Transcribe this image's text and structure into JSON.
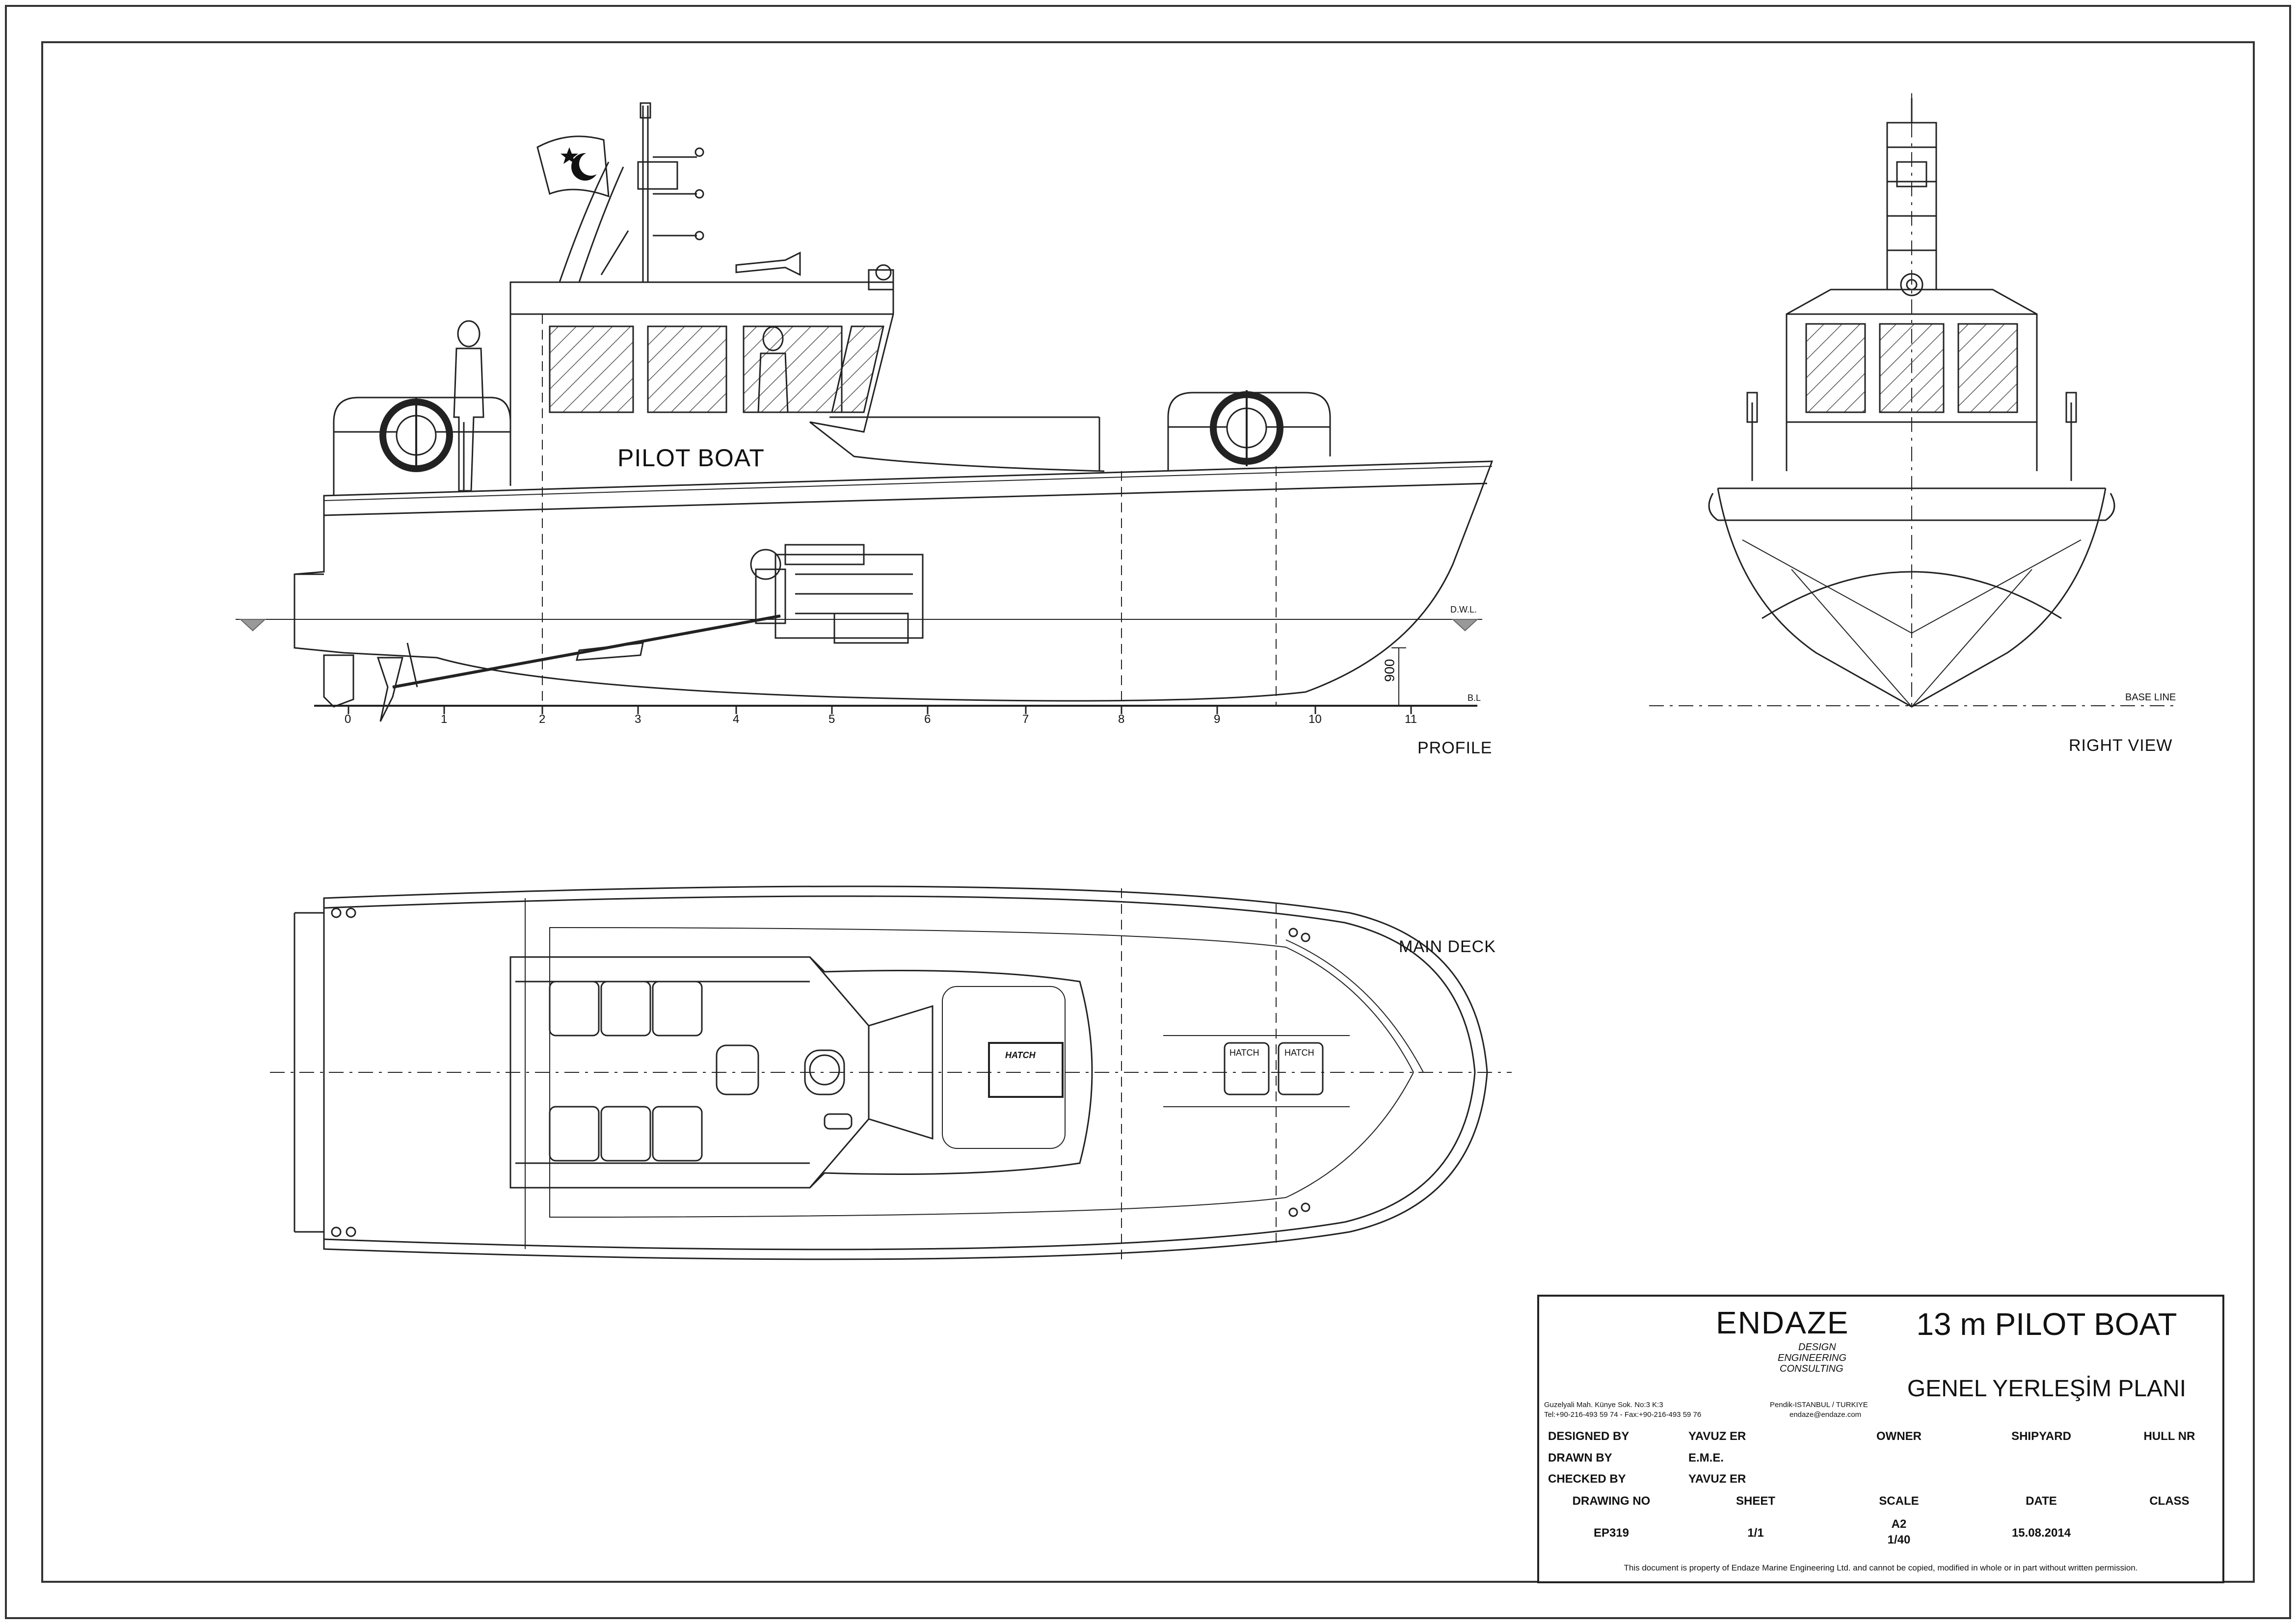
{
  "views": {
    "profile_title": "PROFILE",
    "right_title": "RIGHT VIEW",
    "deck_title": "MAIN DECK",
    "boat_name": "PILOT BOAT",
    "dwl": "D.W.L.",
    "bl": "B.L",
    "base_line": "BASE LINE",
    "draft_dim": "900",
    "frames": [
      "0",
      "1",
      "2",
      "3",
      "4",
      "5",
      "6",
      "7",
      "8",
      "9",
      "10",
      "11"
    ],
    "hatch_main": "HATCH",
    "hatch_fore_1": "HATCH",
    "hatch_fore_2": "HATCH"
  },
  "title_block": {
    "company": "ENDAZE",
    "tagline": [
      "DESIGN",
      "ENGINEERING",
      "CONSULTING"
    ],
    "address_left_1": "Guzelyali Mah. Künye Sok. No:3 K:3",
    "address_left_2": "Tel:+90-216-493 59 74 - Fax:+90-216-493 59 76",
    "address_right_1": "Pendik-ISTANBUL / TURKIYE",
    "address_right_2": "endaze@endaze.com",
    "project": "13 m PILOT BOAT",
    "drawing_title": "GENEL YERLEŞİM PLANI",
    "designed_by_label": "DESIGNED BY",
    "designed_by": "YAVUZ ER",
    "drawn_by_label": "DRAWN BY",
    "drawn_by": "E.M.E.",
    "checked_by_label": "CHECKED BY",
    "checked_by": "YAVUZ ER",
    "owner_label": "OWNER",
    "shipyard_label": "SHIPYARD",
    "hull_nr_label": "HULL NR",
    "drawing_no_label": "DRAWING NO",
    "sheet_label": "SHEET",
    "scale_label": "SCALE",
    "date_label": "DATE",
    "class_label": "CLASS",
    "drawing_no": "EP319",
    "sheet": "1/1",
    "scale_paper": "A2",
    "scale_ratio": "1/40",
    "date": "15.08.2014",
    "disclaimer": "This document is property of  Endaze Marine Engineering Ltd. and cannot be copied, modified in whole or in part without written permission."
  }
}
